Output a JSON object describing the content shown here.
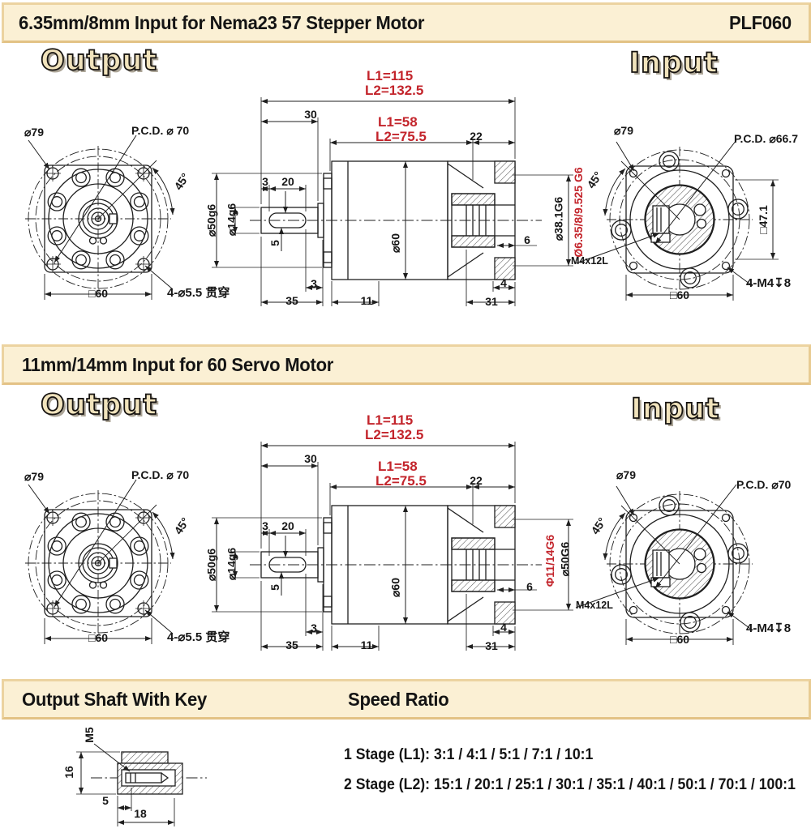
{
  "header1": {
    "title": "6.35mm/8mm Input for Nema23 57 Stepper Motor",
    "model": "PLF060"
  },
  "header2": {
    "title": "11mm/14mm Input for 60 Servo Motor"
  },
  "header3": {
    "left": "Output Shaft With Key",
    "right": "Speed Ratio"
  },
  "titles": {
    "output": "Output",
    "input": "Input"
  },
  "s1o": {
    "d79": "⌀79",
    "pcd": "P.C.D. ⌀ 70",
    "angle": "45°",
    "square": "□60",
    "holes": "4-⌀5.5 贯穿"
  },
  "s1s": {
    "l1_total": "L1=115",
    "l2_total": "L2=132.5",
    "dim30": "30",
    "l1_body": "L1=58",
    "l2_body": "L2=75.5",
    "dim22": "22",
    "dim3_key": "3",
    "dim20": "20",
    "d50": "⌀50g6",
    "d14": "⌀14g6",
    "dim5": "5",
    "d60": "⌀60",
    "dim3_b": "3",
    "dim35": "35",
    "dim11": "11",
    "dim4": "4",
    "dim31": "31",
    "dim6": "6",
    "bore_dia": "⌀38.1G6",
    "bore_options": "Ø6.35/8/9.525 G6",
    "screw": "M4x12L"
  },
  "s1i": {
    "d79": "⌀79",
    "pcd": "P.C.D. ⌀66.7",
    "angle": "45°",
    "square47": "□47.1",
    "square": "□60",
    "screws": "4-M4↧8"
  },
  "s2o": {
    "d79": "⌀79",
    "pcd": "P.C.D. ⌀ 70",
    "angle": "45°",
    "square": "□60",
    "holes": "4-⌀5.5 贯穿"
  },
  "s2s": {
    "l1_total": "L1=115",
    "l2_total": "L2=132.5",
    "dim30": "30",
    "l1_body": "L1=58",
    "l2_body": "L2=75.5",
    "dim22": "22",
    "dim3_key": "3",
    "dim20": "20",
    "d50": "⌀50g6",
    "d14": "⌀14g6",
    "dim5": "5",
    "d60": "⌀60",
    "dim3_b": "3",
    "dim35": "35",
    "dim11": "11",
    "dim4": "4",
    "dim31": "31",
    "dim6": "6",
    "bore_options": "Φ11/14G6",
    "bore_dia": "⌀50G6",
    "screw": "M4x12L"
  },
  "s2i": {
    "d79": "⌀79",
    "pcd": "P.C.D. ⌀70",
    "angle": "45°",
    "square": "□60",
    "screws": "4-M4↧8"
  },
  "key_detail": {
    "m5": "M5",
    "dim16": "16",
    "dim5": "5",
    "dim18": "18"
  },
  "speed_ratio": {
    "stage1": "1 Stage (L1): 3:1 / 4:1 / 5:1 / 7:1 / 10:1",
    "stage2": "2 Stage (L2): 15:1 / 20:1 / 25:1 / 30:1 / 35:1 / 40:1 / 50:1 / 70:1 / 100:1"
  },
  "colors": {
    "band_bg": "#fbf0d4",
    "band_border": "#e3c285",
    "accent_red": "#c3242b",
    "line": "#1f1f1f",
    "title_fill": "#f1e3bc"
  }
}
